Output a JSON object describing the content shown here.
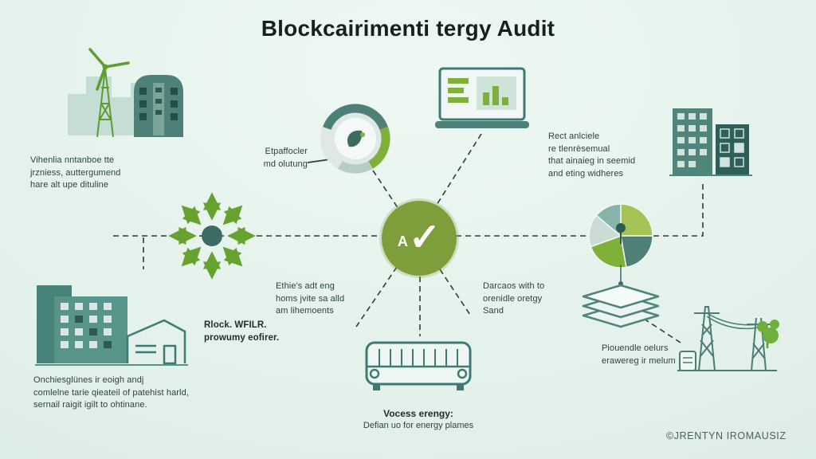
{
  "title": "Blockcairimenti tergy Audit",
  "colors": {
    "teal": "#4e8279",
    "teal_dark": "#2f5f58",
    "green": "#7fb03a",
    "olive_center": "#7d9e3a",
    "background": "#e1f0e9",
    "connector": "#26413a"
  },
  "center_node": {
    "label": "A",
    "check": "✓"
  },
  "annotations": {
    "top_left": "Vihenlia nntanboe tte\njrzniess, auttergumend\nhare alt upe dituline",
    "gauge_label": "Etpaffocler\nmd olutung",
    "top_right": "Rect anlciele\nre tlenrèsemual\nthat ainaieg in seemid\nand eting widheres",
    "mid_left_bold": "Rlock. WFILR.\nprowumy eofirer.",
    "mid_center": "Ethie's adt eng\nhoms jvite sa alld\nam lihemoents",
    "mid_right": "Darcaos with to\norenidle oretgy\nSand",
    "bottom_left": "Onchiesglünes ir eoigh andj\ncomlelne tarie qieateil of patehist harld,\nsernail raigit igilt to ohtinane.",
    "sofa_title": "Vocess erengy:",
    "sofa_caption": "Defian uo for energy plames",
    "bottom_right": "Piouendle oelurs\nerawereg ir melum",
    "watermark": "©JRENTYN IROMAUSIZ"
  }
}
